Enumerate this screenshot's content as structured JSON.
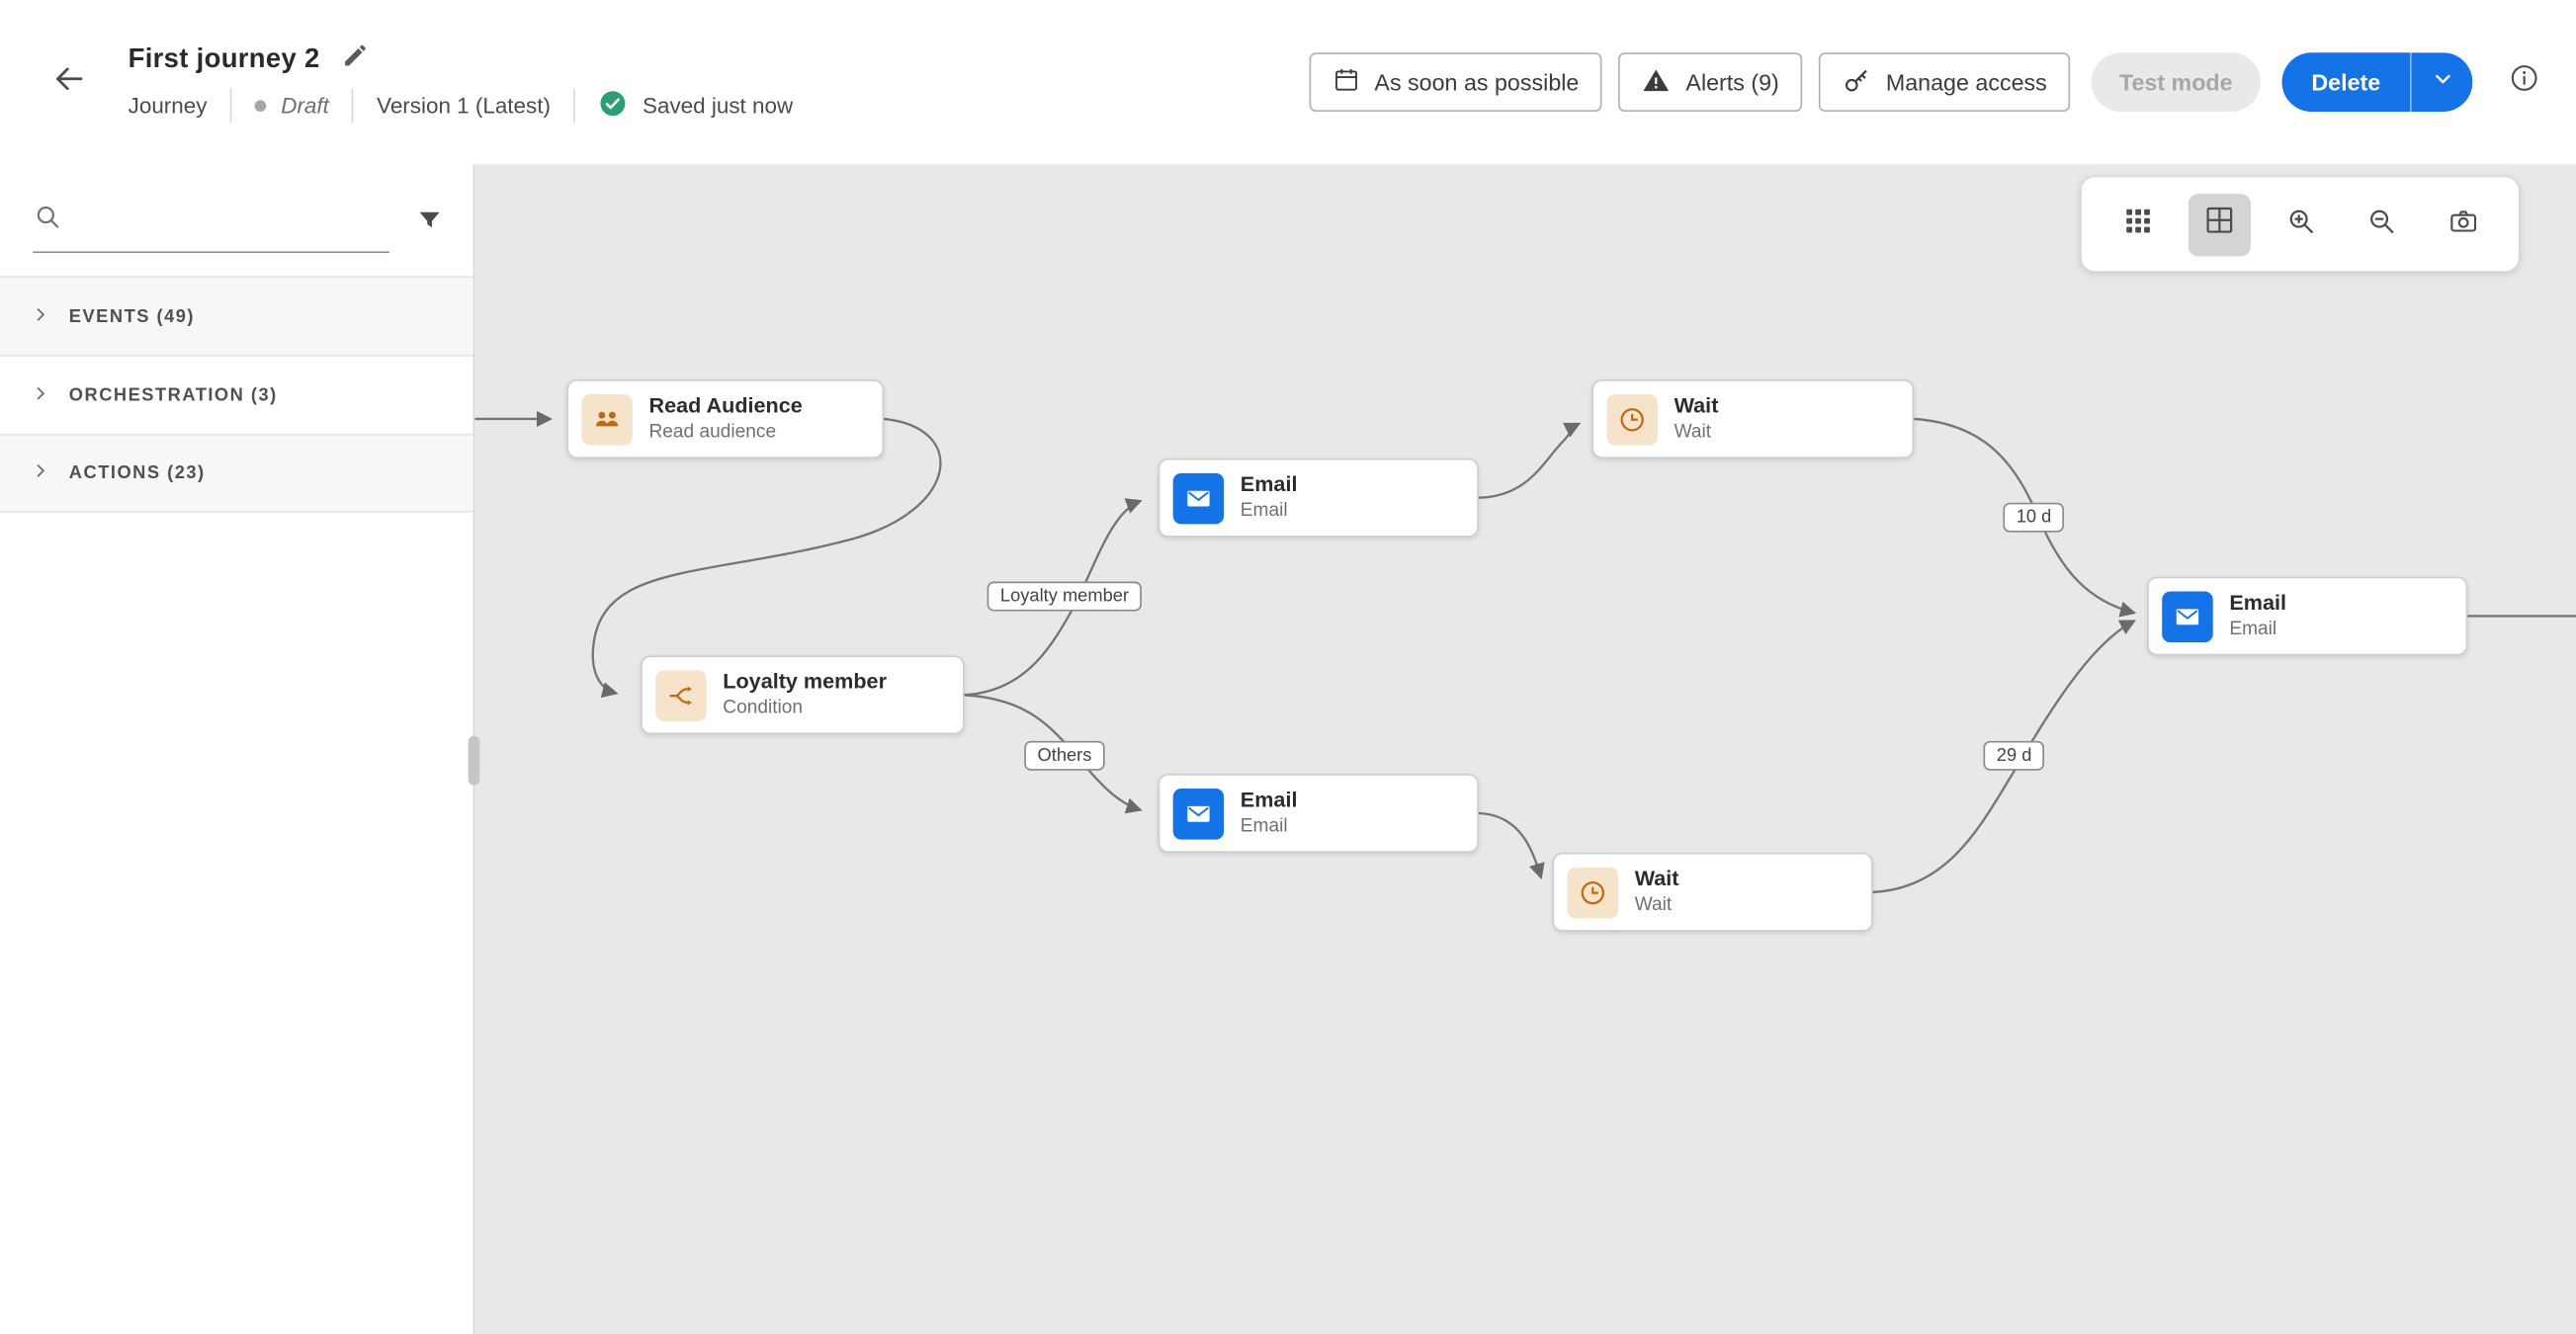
{
  "header": {
    "title": "First journey 2",
    "nav_label": "Journey",
    "status": "Draft",
    "version": "Version 1 (Latest)",
    "save_status": "Saved just now",
    "buttons": {
      "schedule": "As soon as possible",
      "alerts": "Alerts (9)",
      "manage_access": "Manage access",
      "test_mode": "Test mode",
      "delete": "Delete"
    }
  },
  "sidebar": {
    "search_placeholder": "",
    "sections": [
      {
        "label": "EVENTS (49)"
      },
      {
        "label": "ORCHESTRATION (3)"
      },
      {
        "label": "ACTIONS (23)"
      }
    ]
  },
  "canvas": {
    "toolbar_icons": [
      "grid-icon",
      "auto-layout-icon",
      "zoom-in-icon",
      "zoom-out-icon",
      "snapshot-icon"
    ],
    "nodes": [
      {
        "title": "Read Audience",
        "subtitle": "Read audience",
        "icon": "audience-icon"
      },
      {
        "title": "Loyalty member",
        "subtitle": "Condition",
        "icon": "branch-icon"
      },
      {
        "title": "Email",
        "subtitle": "Email",
        "icon": "email-icon"
      },
      {
        "title": "Wait",
        "subtitle": "Wait",
        "icon": "clock-icon"
      },
      {
        "title": "Email",
        "subtitle": "Email",
        "icon": "email-icon"
      },
      {
        "title": "Wait",
        "subtitle": "Wait",
        "icon": "clock-icon"
      },
      {
        "title": "Email",
        "subtitle": "Email",
        "icon": "email-icon"
      }
    ],
    "edge_labels": [
      {
        "text": "Loyalty member"
      },
      {
        "text": "Others"
      },
      {
        "text": "10 d"
      },
      {
        "text": "29 d"
      }
    ]
  },
  "colors": {
    "accent_blue": "#1473E6",
    "success_green": "#2D9D78",
    "node_orange": "#C06A10",
    "node_orange_bg": "#F5E3CB",
    "canvas_bg": "#E8E8E8"
  }
}
